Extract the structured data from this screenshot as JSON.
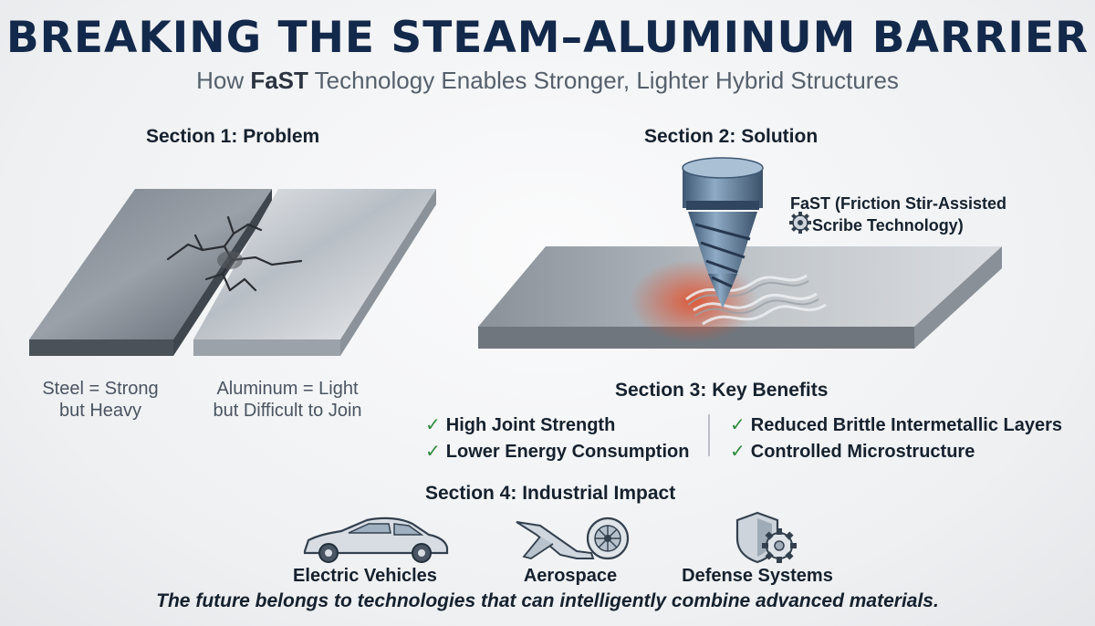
{
  "header": {
    "title": "BREAKING THE STEAM–ALUMINUM BARRIER",
    "subtitle_prefix": "How ",
    "subtitle_bold": "FaST",
    "subtitle_suffix": " Technology Enables Stronger, Lighter Hybrid Structures"
  },
  "section1": {
    "heading": "Section 1: Problem",
    "steel_caption_line1": "Steel = Strong",
    "steel_caption_line2": "but Heavy",
    "aluminum_caption_line1": "Aluminum = Light",
    "aluminum_caption_line2": "but Difficult to Join"
  },
  "section2": {
    "heading": "Section 2: Solution",
    "tool_label_line1": "FaST (Friction Stir-Assisted",
    "tool_label_line2": "Scribe Technology)",
    "tool_icon": "gear-icon"
  },
  "section3": {
    "heading": "Section 3: Key Benefits",
    "benefits_left": [
      "High Joint Strength",
      "Lower Energy Consumption"
    ],
    "benefits_right": [
      "Reduced Brittle Intermetallic Layers",
      "Controlled Microstructure"
    ],
    "check_color": "#2e8b3e"
  },
  "section4": {
    "heading": "Section 4: Industrial Impact",
    "items": [
      {
        "label": "Electric Vehicles",
        "icon": "car-icon"
      },
      {
        "label": "Aerospace",
        "icon": "aircraft-icon"
      },
      {
        "label": "Defense Systems",
        "icon": "shield-gear-icon"
      }
    ]
  },
  "tagline": "The future belongs to technologies that can intelligently combine advanced materials.",
  "colors": {
    "title": "#13294b",
    "heat_glow": "#e2502c",
    "steel": "#5f6770",
    "aluminum": "#c9ced4"
  }
}
